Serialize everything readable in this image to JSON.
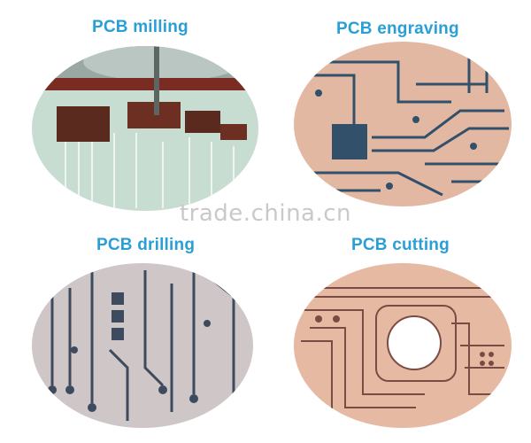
{
  "panels": [
    {
      "label": "PCB milling",
      "photo": "pcb-milling-photo"
    },
    {
      "label": "PCB engraving",
      "photo": "pcb-engraving-photo"
    },
    {
      "label": "PCB drilling",
      "photo": "pcb-drilling-photo"
    },
    {
      "label": "PCB cutting",
      "photo": "pcb-cutting-photo"
    }
  ],
  "watermark": "trade.china.cn",
  "colors": {
    "label": "#2a9fd6",
    "board_green": "#cfe3d6",
    "trace_dark": "#33506b",
    "board_pink": "#e6b9a3"
  }
}
